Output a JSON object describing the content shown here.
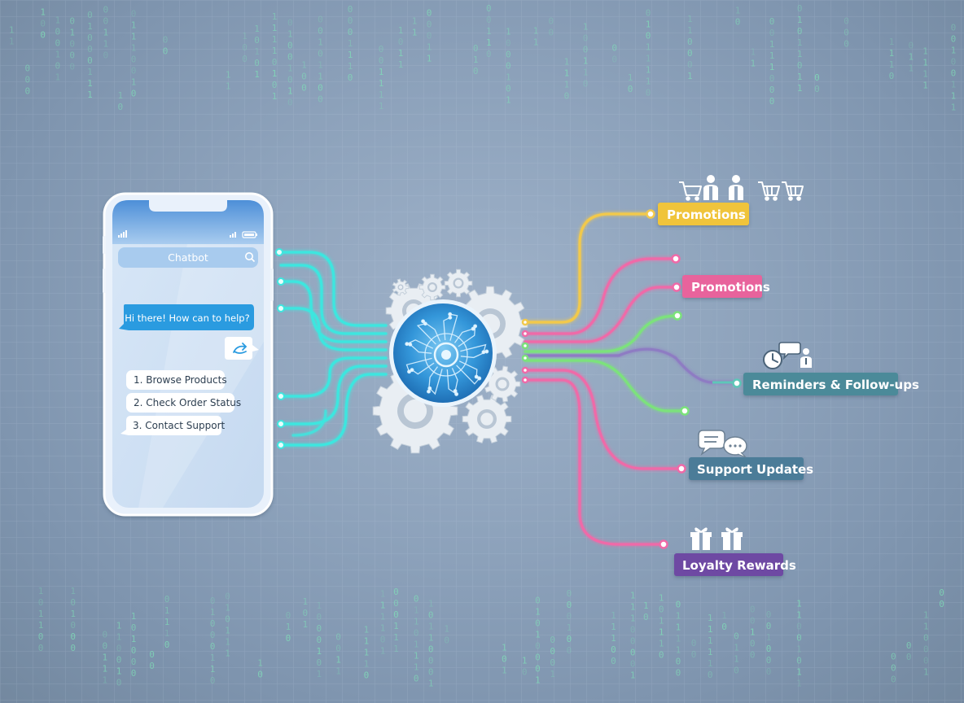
{
  "phone": {
    "search_title": "Chatbot",
    "greeting": "Hi there! How can to help?",
    "menu": [
      "1. Browse Products",
      "2. Check Order Status",
      "3. Contact Support"
    ]
  },
  "outputs": {
    "promotions_top": "Promotions",
    "promotions_mid": "Promotions",
    "reminders": "Reminders & Follow-ups",
    "support": "Support Updates",
    "loyalty": "Loyalty Rewards"
  },
  "colors": {
    "cyan_line": "#3ee6df",
    "yellow_line": "#f2c94c",
    "pink_line": "#ef6aa8",
    "green_line": "#7be27b",
    "purple_line": "#8e7cc3",
    "promotions_top_tag": "#f0c43a",
    "promotions_mid_tag": "#e8649c",
    "reminders_tag": "#4b8a99",
    "support_tag": "#4b7c98",
    "loyalty_tag": "#6e4aa3",
    "core_blue": "#2d8fd5",
    "bubble_blue": "#2a9be0"
  },
  "icons": [
    "cart-icon",
    "person-icon",
    "clock-icon",
    "chat-icon",
    "gift-icon",
    "gear-icon",
    "search-icon",
    "reply-icon",
    "signal-icon",
    "battery-icon"
  ]
}
